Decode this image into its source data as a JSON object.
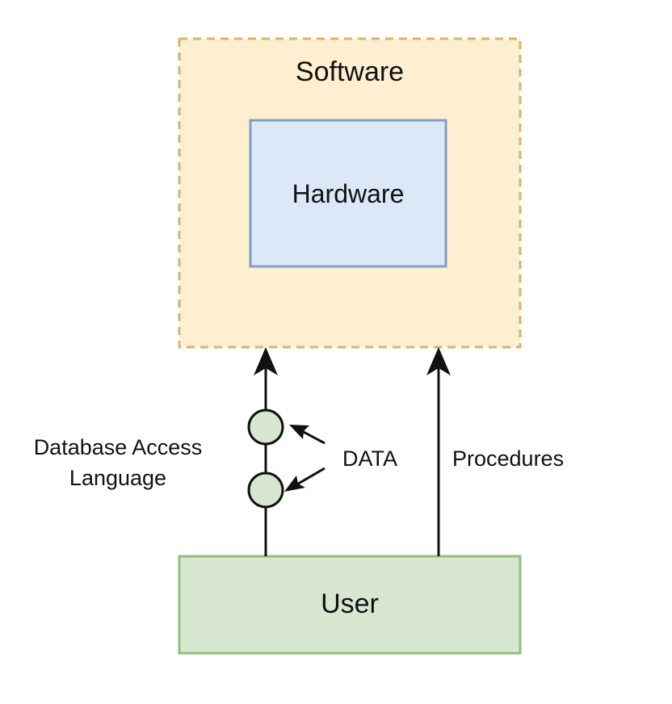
{
  "diagram": {
    "software_label": "Software",
    "hardware_label": "Hardware",
    "user_label": "User",
    "dal_label": "Database Access Language",
    "data_label": "DATA",
    "procedures_label": "Procedures"
  },
  "colors": {
    "software_fill": "#fdefcf",
    "software_stroke": "#d7b46a",
    "hardware_fill": "#dce8f8",
    "hardware_stroke": "#7f9fc8",
    "user_fill": "#d8e8d0",
    "user_stroke": "#90be7e",
    "node_fill": "#d7e6d0",
    "edge": "#111111"
  }
}
